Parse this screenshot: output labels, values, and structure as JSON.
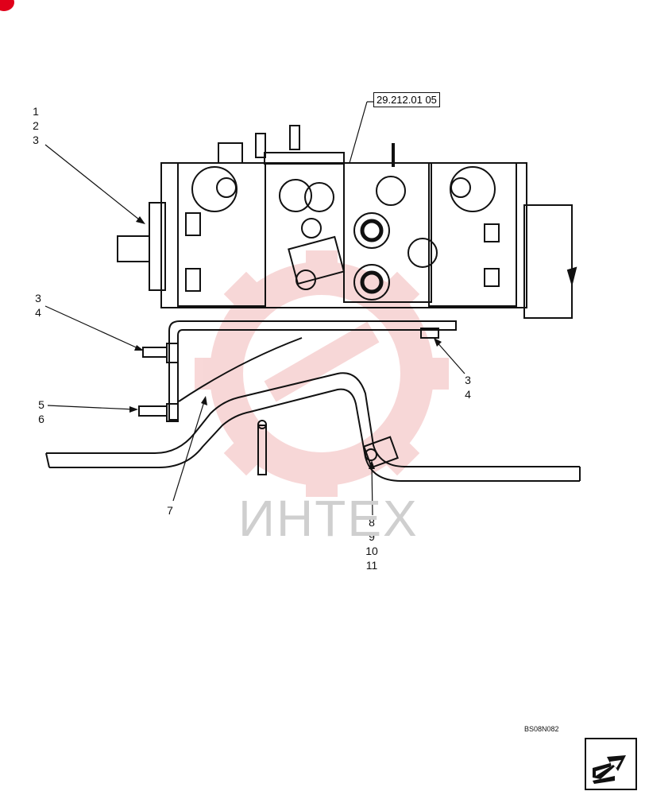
{
  "reference_label": "29.212.01 05",
  "drawing_code": "BS08N082",
  "watermark": "ИНТЕХ",
  "callouts": [
    {
      "id": "c1",
      "lines": [
        "1",
        "2",
        "3"
      ]
    },
    {
      "id": "c2",
      "lines": [
        "3",
        "4"
      ]
    },
    {
      "id": "c3",
      "lines": [
        "5",
        "6"
      ]
    },
    {
      "id": "c4",
      "lines": [
        "3",
        "4"
      ]
    },
    {
      "id": "c5",
      "lines": [
        "7"
      ]
    },
    {
      "id": "c6",
      "lines": [
        "8",
        "9",
        "10",
        "11"
      ]
    }
  ],
  "colors": {
    "line": "#111111",
    "watermark": "#f2b8b8",
    "accent": "#e0001a"
  },
  "icons": {
    "nav": "next-page-arrow-icon"
  }
}
